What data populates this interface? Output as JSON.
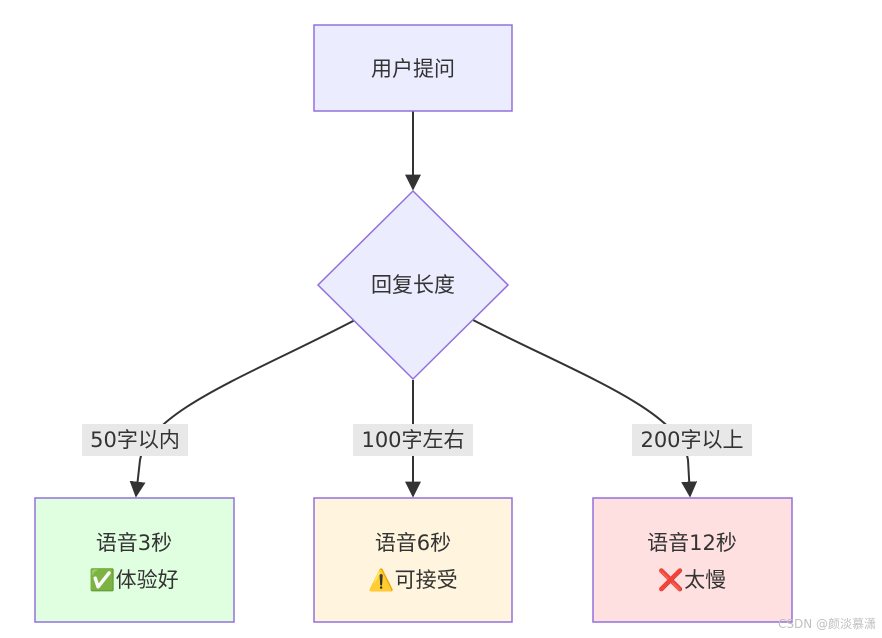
{
  "diagram": {
    "nodes": {
      "question": {
        "label": "用户提问"
      },
      "decision": {
        "label": "回复长度"
      },
      "short": {
        "line1": "语音3秒",
        "icon": "✅",
        "line2": "体验好",
        "icon_name": "check-mark-icon"
      },
      "medium": {
        "line1": "语音6秒",
        "icon": "⚠️",
        "line2": "可接受",
        "icon_name": "warning-icon"
      },
      "long": {
        "line1": "语音12秒",
        "icon": "❌",
        "line2": "太慢",
        "icon_name": "cross-mark-icon"
      }
    },
    "edges": {
      "to_short": {
        "label": "50字以内"
      },
      "to_medium": {
        "label": "100字左右"
      },
      "to_long": {
        "label": "200字以上"
      }
    },
    "colors": {
      "default_fill": "#ECECFF",
      "default_stroke": "#9370DB",
      "short_fill": "#E0FFE0",
      "medium_fill": "#FFF4DD",
      "long_fill": "#FFE0E0",
      "edge_label_bg": "#E8E8E8",
      "edge_color": "#333333"
    }
  },
  "watermark": "CSDN @颜淡慕潇"
}
